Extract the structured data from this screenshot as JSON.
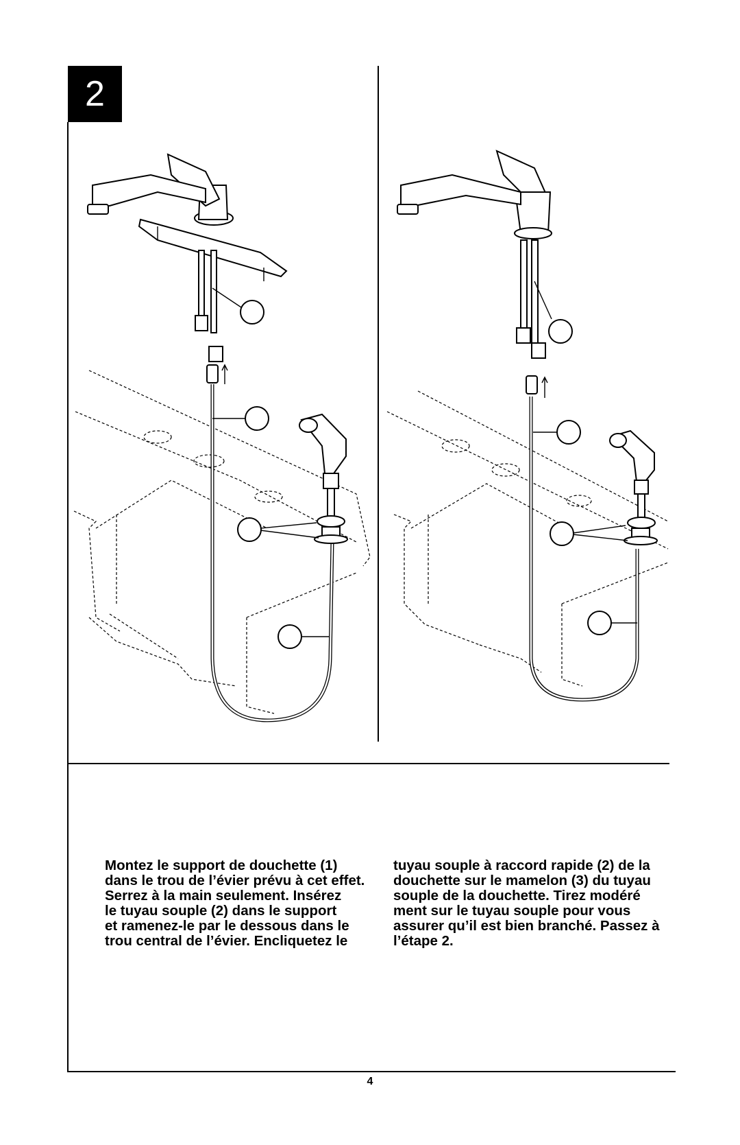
{
  "step": {
    "number": "2"
  },
  "instructions": {
    "left": "Montez le  support de douchette (1)\ndans le trou de l’évier prévu à cet effet.\nSerrez à la main seulement. Insérez\nle tuyau souple (2) dans le support\net ramenez-le par le dessous dans le\ntrou central de l’évier. Encliquetez le",
    "right": "tuyau souple à raccord rapide (2) de la\ndouchette sur le mamelon (3) du tuyau\nsouple de la douchette. Tirez modéré\nment sur le tuyau souple pour vous\nassurer qu’il est bien branché. Passez à\nl’étape 2."
  },
  "footer": {
    "page_number": "4"
  }
}
